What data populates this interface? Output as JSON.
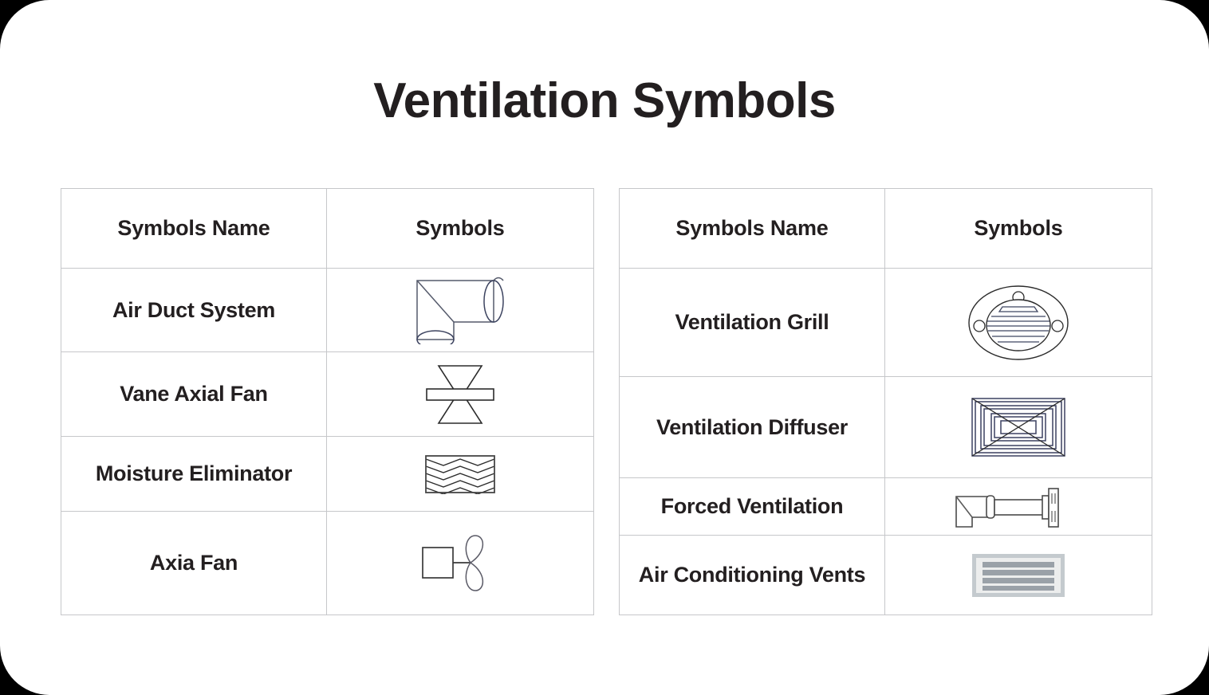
{
  "page": {
    "title": "Ventilation Symbols",
    "background_color": "#ffffff",
    "outside_color": "#000000",
    "text_color": "#231f20",
    "table_border_color": "#c6c7ca"
  },
  "tables": [
    {
      "id": "left",
      "headers": {
        "name": "Symbols Name",
        "symbol": "Symbols"
      },
      "rows": [
        {
          "name": "Air Duct System",
          "symbol_icon": "air-duct-system-symbol"
        },
        {
          "name": "Vane Axial Fan",
          "symbol_icon": "vane-axial-fan-symbol"
        },
        {
          "name": "Moisture Eliminator",
          "symbol_icon": "moisture-eliminator-symbol"
        },
        {
          "name": "Axia Fan",
          "symbol_icon": "axia-fan-symbol"
        }
      ]
    },
    {
      "id": "right",
      "headers": {
        "name": "Symbols Name",
        "symbol": "Symbols"
      },
      "rows": [
        {
          "name": "Ventilation Grill",
          "symbol_icon": "ventilation-grill-symbol"
        },
        {
          "name": "Ventilation Diffuser",
          "symbol_icon": "ventilation-diffuser-symbol"
        },
        {
          "name": "Forced Ventilation",
          "symbol_icon": "forced-ventilation-symbol"
        },
        {
          "name": "Air Conditioning Vents",
          "symbol_icon": "air-conditioning-vents-symbol"
        }
      ]
    }
  ]
}
